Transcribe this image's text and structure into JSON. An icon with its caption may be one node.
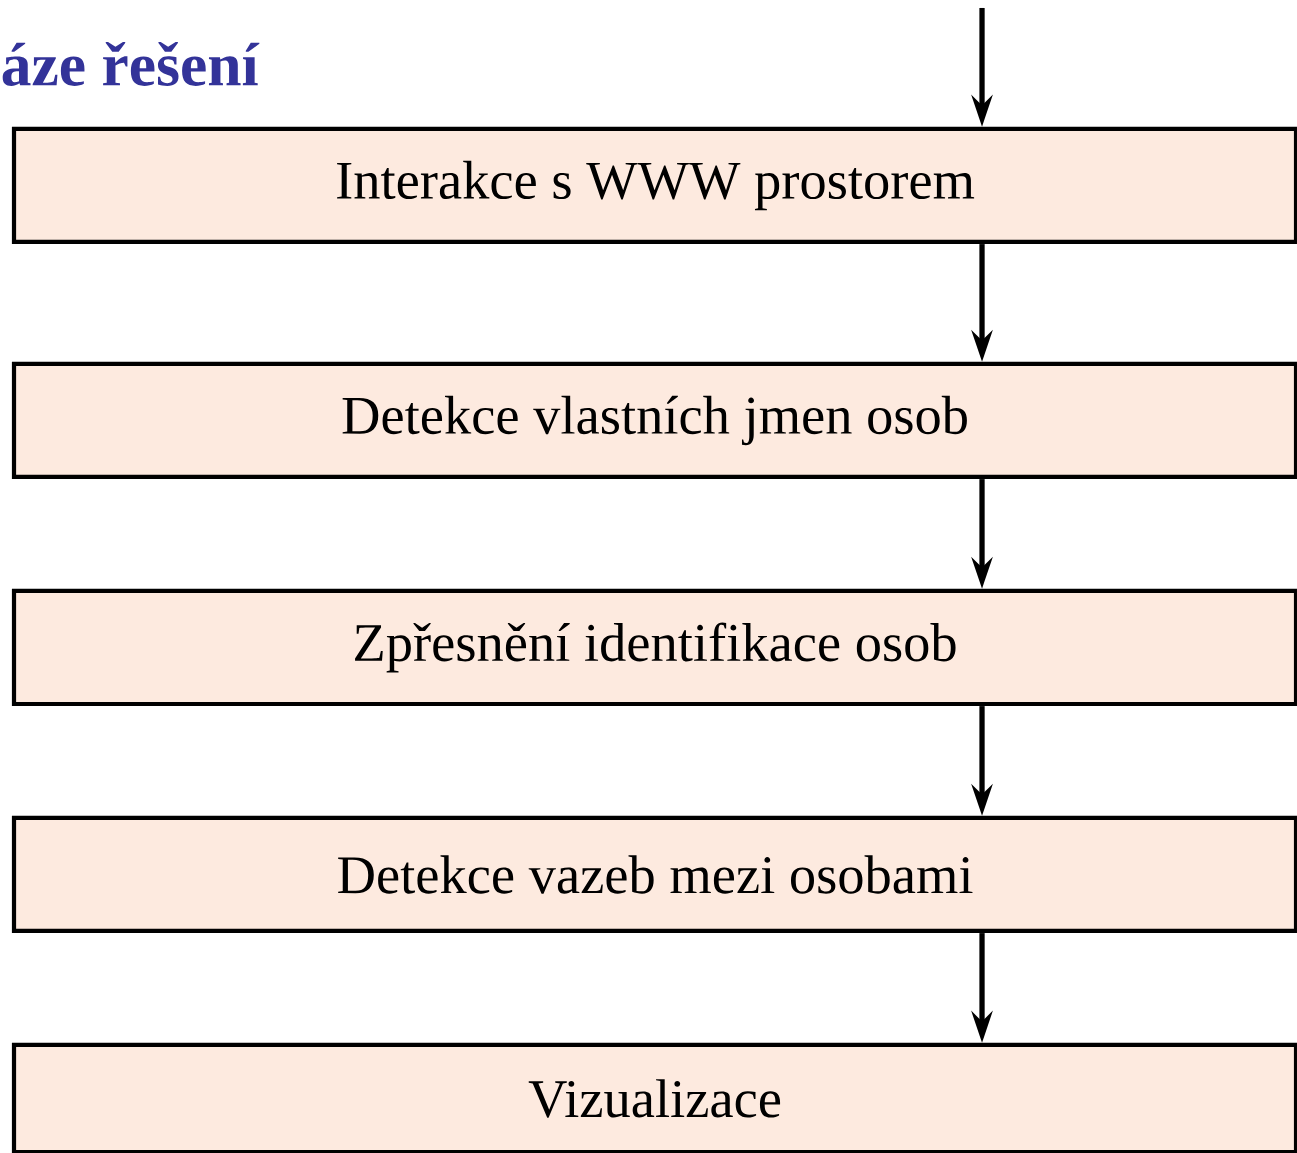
{
  "diagram": {
    "title": "áze řešení",
    "nodes": [
      {
        "text": [
          "Interakce s WWW prostorem"
        ]
      },
      {
        "text": [
          "Detekce vlastních jmen osob"
        ]
      },
      {
        "text": [
          "Zpřesnění identifikace osob"
        ]
      },
      {
        "text": [
          "Detekce vazeb mezi osobami"
        ]
      },
      {
        "text": [
          "Vizualizace"
        ]
      }
    ],
    "edges": [
      {
        "from": null,
        "to": 0,
        "arrow": "to"
      },
      {
        "from": 0,
        "to": 1,
        "arrow": "to"
      },
      {
        "from": 1,
        "to": 2,
        "arrow": "to"
      },
      {
        "from": 2,
        "to": 3,
        "arrow": "to"
      },
      {
        "from": 3,
        "to": 4,
        "arrow": "to"
      }
    ]
  }
}
